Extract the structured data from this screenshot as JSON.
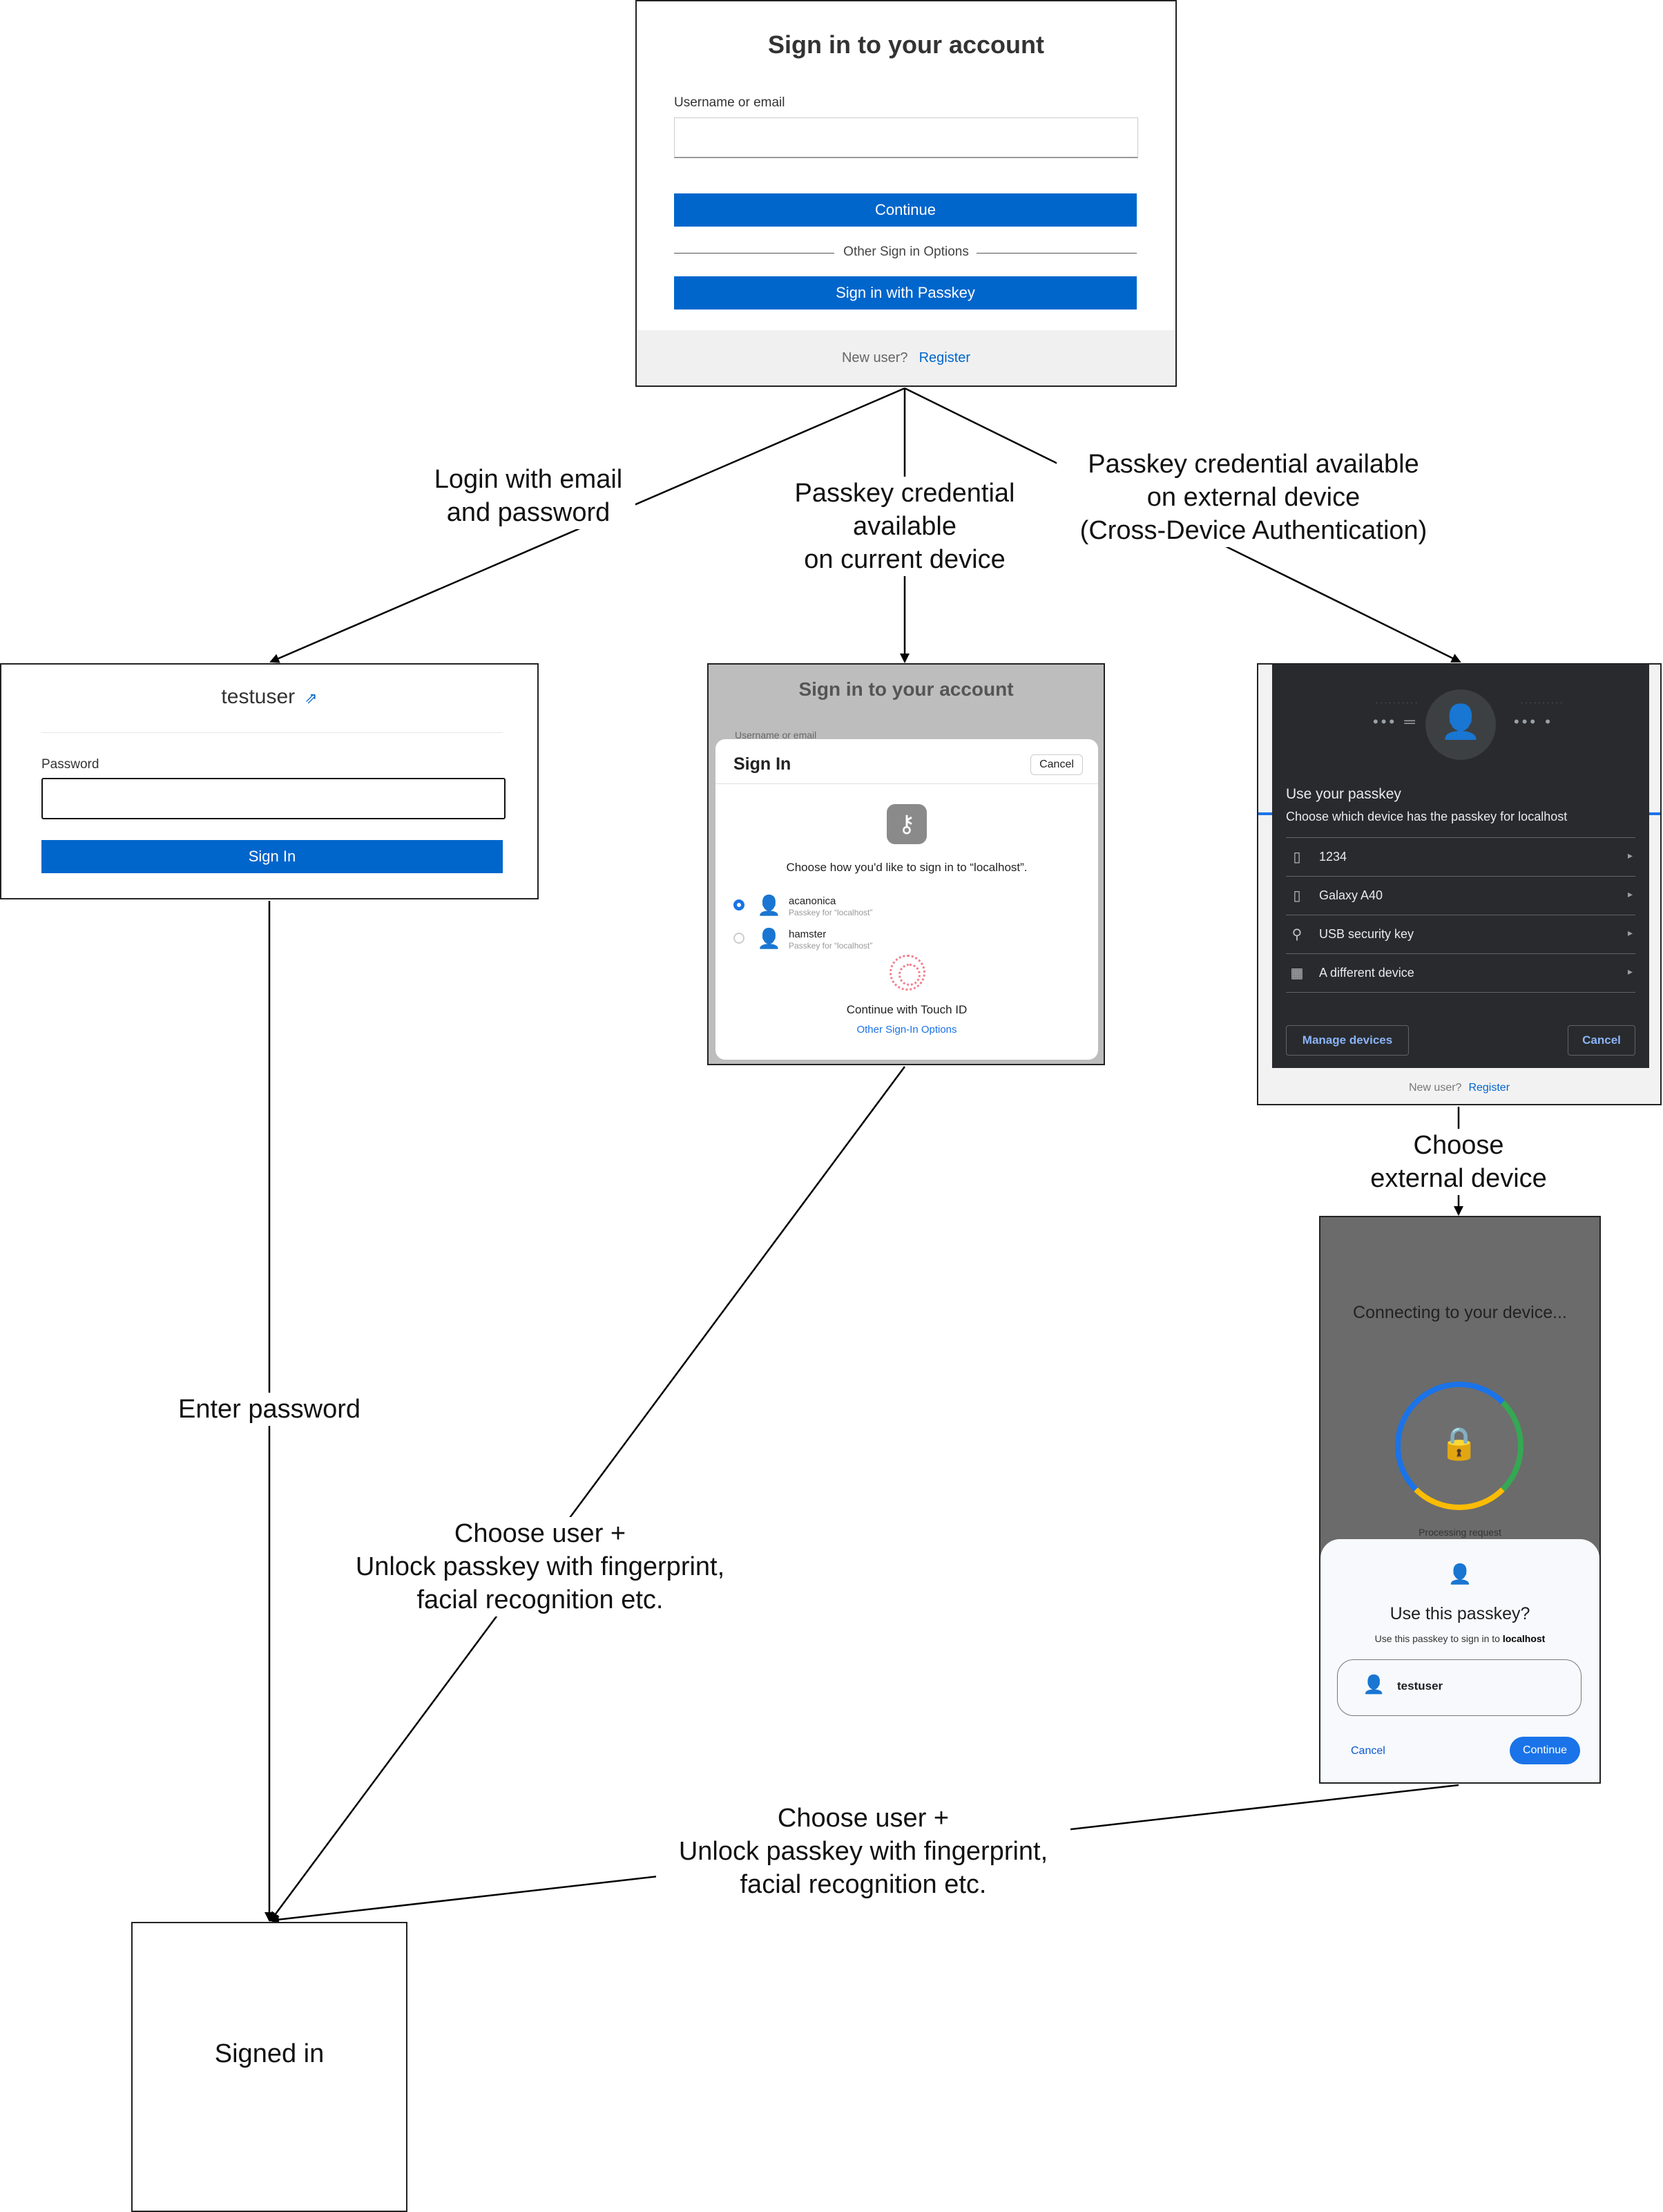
{
  "colors": {
    "primary": "#0066cc",
    "dark_dialog": "#292a2d",
    "google_blue": "#1a73e8"
  },
  "screen_signin": {
    "title": "Sign in to your account",
    "username_label": "Username or email",
    "username_value": "",
    "continue_label": "Continue",
    "divider_text": "Other Sign in Options",
    "passkey_label": "Sign in with Passkey",
    "new_user_text": "New user?",
    "register_link": "Register"
  },
  "screen_password": {
    "username": "testuser",
    "password_label": "Password",
    "password_value": "",
    "signin_label": "Sign In"
  },
  "screen_local_passkey": {
    "bg_title": "Sign in to your account",
    "bg_username_label": "Username or email",
    "sheet_title": "Sign In",
    "cancel_label": "Cancel",
    "prompt": "Choose how you'd like to sign in to “localhost”.",
    "accounts": [
      {
        "name": "acanonica",
        "sub": "Passkey for “localhost”",
        "selected": true
      },
      {
        "name": "hamster",
        "sub": "Passkey for “localhost”",
        "selected": false
      }
    ],
    "touch_id_label": "Continue with Touch ID",
    "other_options_link": "Other Sign-In Options"
  },
  "screen_cross_device": {
    "heading": "Use your passkey",
    "subheading": "Choose which device has the passkey for localhost",
    "devices": [
      {
        "icon": "phone-icon",
        "label": "1234"
      },
      {
        "icon": "phone-icon",
        "label": "Galaxy A40"
      },
      {
        "icon": "usb-icon",
        "label": "USB security key"
      },
      {
        "icon": "qr-code-icon",
        "label": "A different device"
      }
    ],
    "manage_label": "Manage devices",
    "cancel_label": "Cancel",
    "new_user_text": "New user?",
    "register_link": "Register"
  },
  "screen_external_device": {
    "connecting_text": "Connecting to your device...",
    "processing_text": "Processing request",
    "card_heading": "Use this passkey?",
    "card_sub_prefix": "Use this passkey to sign in to ",
    "card_sub_host": "localhost",
    "account_name": "testuser",
    "cancel_label": "Cancel",
    "continue_label": "Continue"
  },
  "signed_in_label": "Signed in",
  "edges": {
    "login_password": "Login with email\nand password",
    "passkey_current": "Passkey credential\navailable\non current device",
    "passkey_external": "Passkey credential available\non external device\n(Cross-Device Authentication)",
    "choose_external": "Choose\nexternal device",
    "enter_password": "Enter password",
    "unlock_local": "Choose user +\nUnlock passkey with fingerprint,\nfacial recognition etc.",
    "unlock_external": "Choose user +\nUnlock passkey with fingerprint,\nfacial recognition etc."
  }
}
